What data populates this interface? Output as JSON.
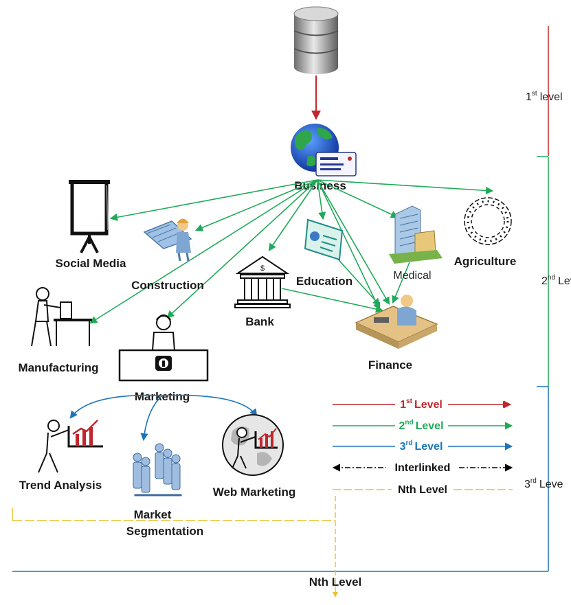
{
  "nodes": {
    "business": "Business",
    "social_media": "Social Media",
    "construction": "Construction",
    "bank": "Bank",
    "education": "Education",
    "medical": "Medical",
    "agriculture": "Agriculture",
    "manufacturing": "Manufacturing",
    "marketing": "Marketing",
    "finance": "Finance",
    "trend_analysis": "Trend Analysis",
    "market_segmentation_1": "Market",
    "market_segmentation_2": "Segmentation",
    "web_marketing": "Web Marketing"
  },
  "levels": {
    "first": {
      "num": "1",
      "sup": "st",
      "word": "level"
    },
    "second": {
      "num": "2",
      "sup": "nd",
      "word": "Leve"
    },
    "third": {
      "num": "3",
      "sup": "rd",
      "word": "Leve"
    },
    "nth": "Nth Level"
  },
  "legend": {
    "first": {
      "num": "1",
      "sup": "st",
      "word": "Level"
    },
    "second": {
      "num": "2",
      "sup": "nd",
      "word": "Level"
    },
    "third": {
      "num": "3",
      "sup": "rd",
      "word": "Level"
    },
    "interlinked": "Interlinked",
    "nth": "Nth Level"
  },
  "colors": {
    "first_level": "#c0272d",
    "second_level": "#1faa59",
    "third_level": "#1b75bb",
    "interlinked": "#000000",
    "nth_level": "#e8c232"
  },
  "icons": [
    "database-icon",
    "globe-icon",
    "id-card-icon",
    "projector-screen-icon",
    "engineer-icon",
    "bank-icon",
    "certificate-icon",
    "hospital-building-icon",
    "wreath-icon",
    "factory-worker-icon",
    "helpdesk-info-icon",
    "finance-desk-icon",
    "trend-presenter-icon",
    "people-group-icon",
    "globe-presenter-icon"
  ]
}
